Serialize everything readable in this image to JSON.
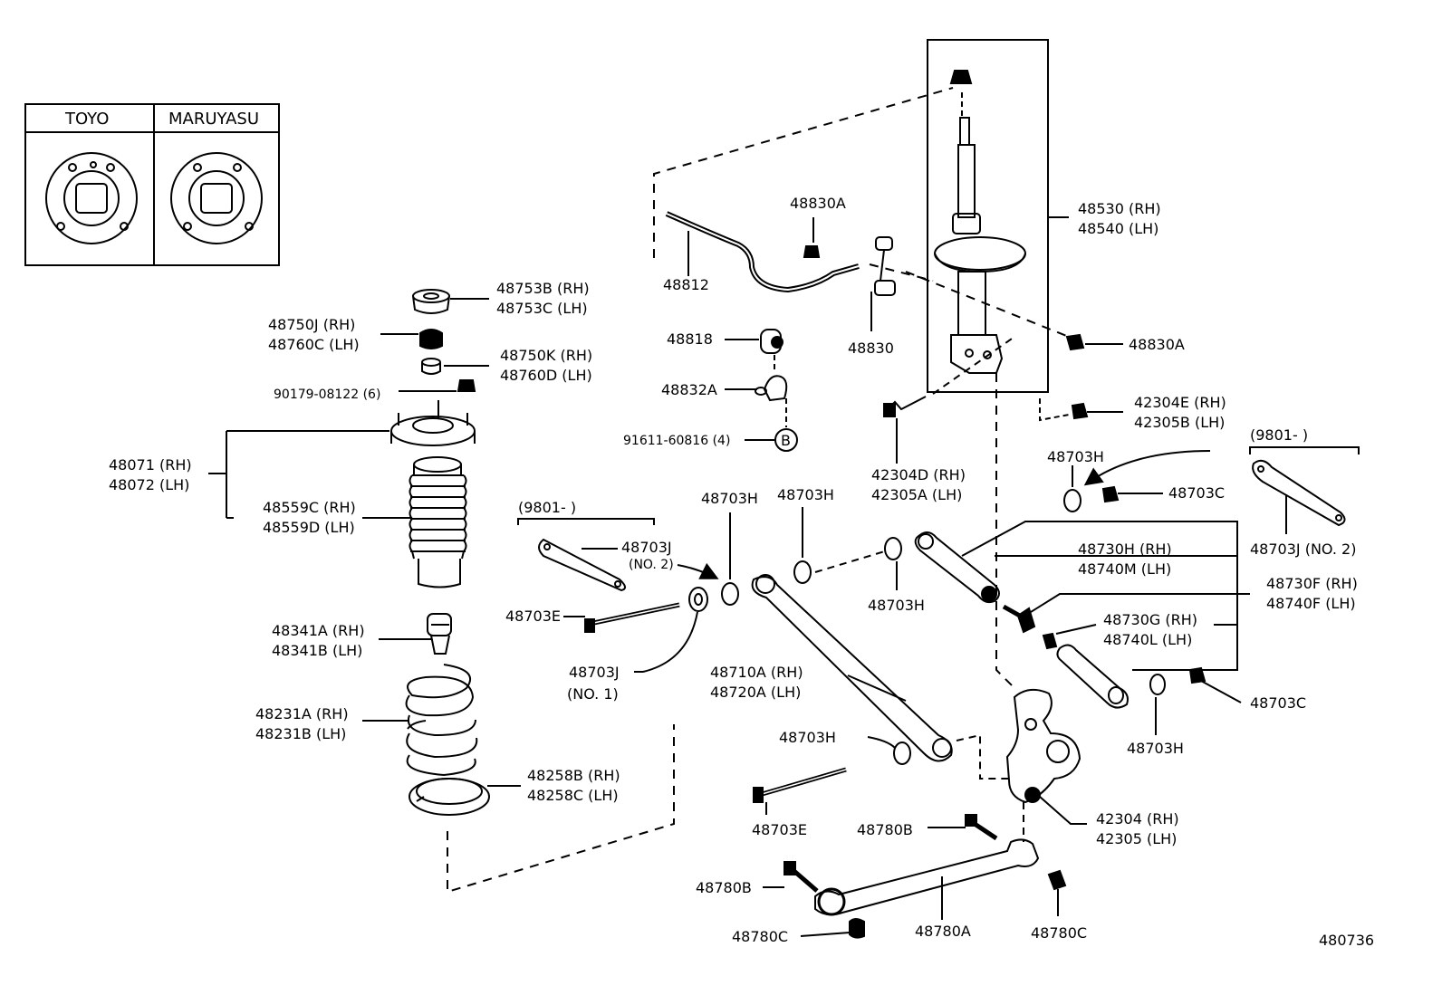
{
  "inset": {
    "headers": [
      "TOYO",
      "MARUYASU"
    ]
  },
  "labels": {
    "p48753B": "48753B (RH)",
    "p48753C": "48753C (LH)",
    "p48750J": "48750J (RH)",
    "p48760C": "48760C (LH)",
    "p48750K": "48750K (RH)",
    "p48760D": "48760D (LH)",
    "p90179": "90179-08122 (6)",
    "p48071": "48071 (RH)",
    "p48072": "48072 (LH)",
    "p48559C": "48559C (RH)",
    "p48559D": "48559D (LH)",
    "p48341A": "48341A (RH)",
    "p48341B": "48341B (LH)",
    "p48231A": "48231A (RH)",
    "p48231B": "48231B (LH)",
    "p48258B": "48258B (RH)",
    "p48258C": "48258C (LH)",
    "p48812": "48812",
    "p48830A_top": "48830A",
    "p48830": "48830",
    "p48818": "48818",
    "p48832A": "48832A",
    "p91611": "91611-60816 (4)",
    "refB": "B",
    "p48530": "48530 (RH)",
    "p48540": "48540 (LH)",
    "p48830A_right": "48830A",
    "p42304E": "42304E (RH)",
    "p42305B": "42305B (LH)",
    "p42304D": "42304D (RH)",
    "p42305A": "42305A (LH)",
    "p9801_left": "(9801-  )",
    "p48703J_no2_left": "48703J",
    "p48703J_no2_left_sub": "(NO. 2)",
    "p48703E_top": "48703E",
    "p48703J_no1": "48703J",
    "p48703J_no1_sub": "(NO. 1)",
    "p48703H_a": "48703H",
    "p48703H_b": "48703H",
    "p48703H_c": "48703H",
    "p48703H_d": "48703H",
    "p48703H_e": "48703H",
    "p48703H_f": "48703H",
    "p48703C_top": "48703C",
    "p48703C_bot": "48703C",
    "p9801_right": "(9801-  )",
    "p48703J_no2_right": "48703J (NO. 2)",
    "p48730H": "48730H (RH)",
    "p48740M": "48740M (LH)",
    "p48730F": "48730F (RH)",
    "p48740F": "48740F (LH)",
    "p48730G": "48730G (RH)",
    "p48740L": "48740L (LH)",
    "p48710A": "48710A (RH)",
    "p48720A": "48720A (LH)",
    "p48703E_bot": "48703E",
    "p42304": "42304 (RH)",
    "p42305": "42305 (LH)",
    "p48780B_top": "48780B",
    "p48780B_left": "48780B",
    "p48780C_left": "48780C",
    "p48780A": "48780A",
    "p48780C_right": "48780C",
    "figure_no": "480736"
  }
}
